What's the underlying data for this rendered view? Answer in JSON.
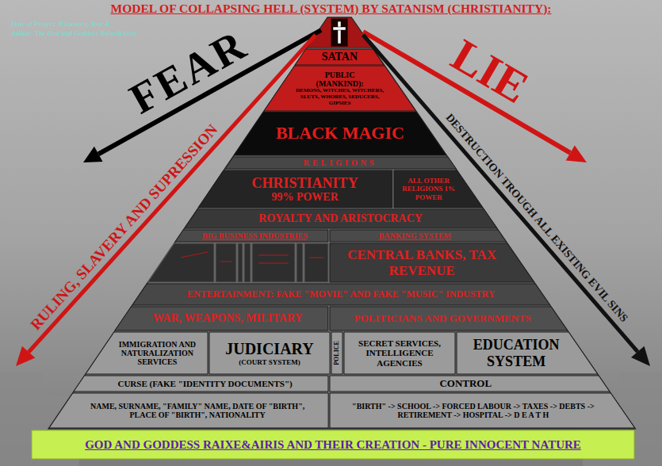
{
  "diagram": {
    "title": "MODEL OF COLLAPSING HELL (SYSTEM) BY SATANISM (CHRISTIANITY):",
    "nodes": [
      {
        "text": [
          "SATAN"
        ]
      },
      {
        "text": [
          "PUBLIC (MANKIND):",
          "DEMONS, WITCHES, WITCHERS, SLUTS, WHORES, SEDUCERS, GIPSIES"
        ]
      },
      {
        "text": [
          "BLACK MAGIC"
        ]
      },
      {
        "text": [
          "RELIGIONS"
        ]
      },
      {
        "text": [
          "CHRISTIANITY",
          "99% POWER"
        ]
      },
      {
        "text": [
          "ALL OTHER RELIGIONS 1% POWER"
        ]
      },
      {
        "text": [
          "ROYALTY AND ARISTOCRACY"
        ]
      },
      {
        "text": [
          "BIG BUSINESS INDUSTRIES"
        ]
      },
      {
        "text": [
          "BANKING SYSTEM"
        ]
      },
      {
        "text": [
          "CENTRAL BANKS, TAX REVENUE"
        ]
      },
      {
        "text": [
          "ENTERTAINMENT: FAKE \"MOVIE\" AND FAKE \"MUSIC\" INDUSTRY"
        ]
      },
      {
        "text": [
          "WAR, WEAPONS, MILITARY"
        ]
      },
      {
        "text": [
          "POLITICIANS AND GOVERNMENTS"
        ]
      },
      {
        "text": [
          "IMMIGRATION AND NATURALIZATION SERVICES"
        ]
      },
      {
        "text": [
          "JUDICIARY",
          "(COURT SYSTEM)"
        ]
      },
      {
        "text": [
          "POLICE"
        ]
      },
      {
        "text": [
          "SECRET SERVICES, INTELLIGENCE AGENCIES"
        ]
      },
      {
        "text": [
          "EDUCATION SYSTEM"
        ]
      },
      {
        "text": [
          "CURSE (FAKE \"IDENTITY DOCUMENTS\")"
        ]
      },
      {
        "text": [
          "CONTROL"
        ]
      },
      {
        "text": [
          "NAME, SURNAME, \"FAMILY\" NAME, DATE OF \"BIRTH\", PLACE OF \"BIRTH\", NATIONALITY"
        ]
      },
      {
        "text": [
          "\"BIRTH\" -> SCHOOL -> FORCED LABOUR -> TAXES -> DEBTS -> RETIREMENT -> HOSPITAL -> D E A T H"
        ]
      },
      {
        "text": [
          "GOD AND GODDESS RAIXE&AIRIS AND THEIR CREATION - PURE INNOCENT NATURE"
        ]
      }
    ],
    "labels": [
      "Date of Project: 8 January, Year 4",
      "Author: The God and Goddess Raixe&Airis",
      "FEAR",
      "RULING, SLAVERY AND SUPRESSION",
      "LIE",
      "DESTRUCTION TROUGH ALL EXISTING EVIL SINS"
    ]
  }
}
